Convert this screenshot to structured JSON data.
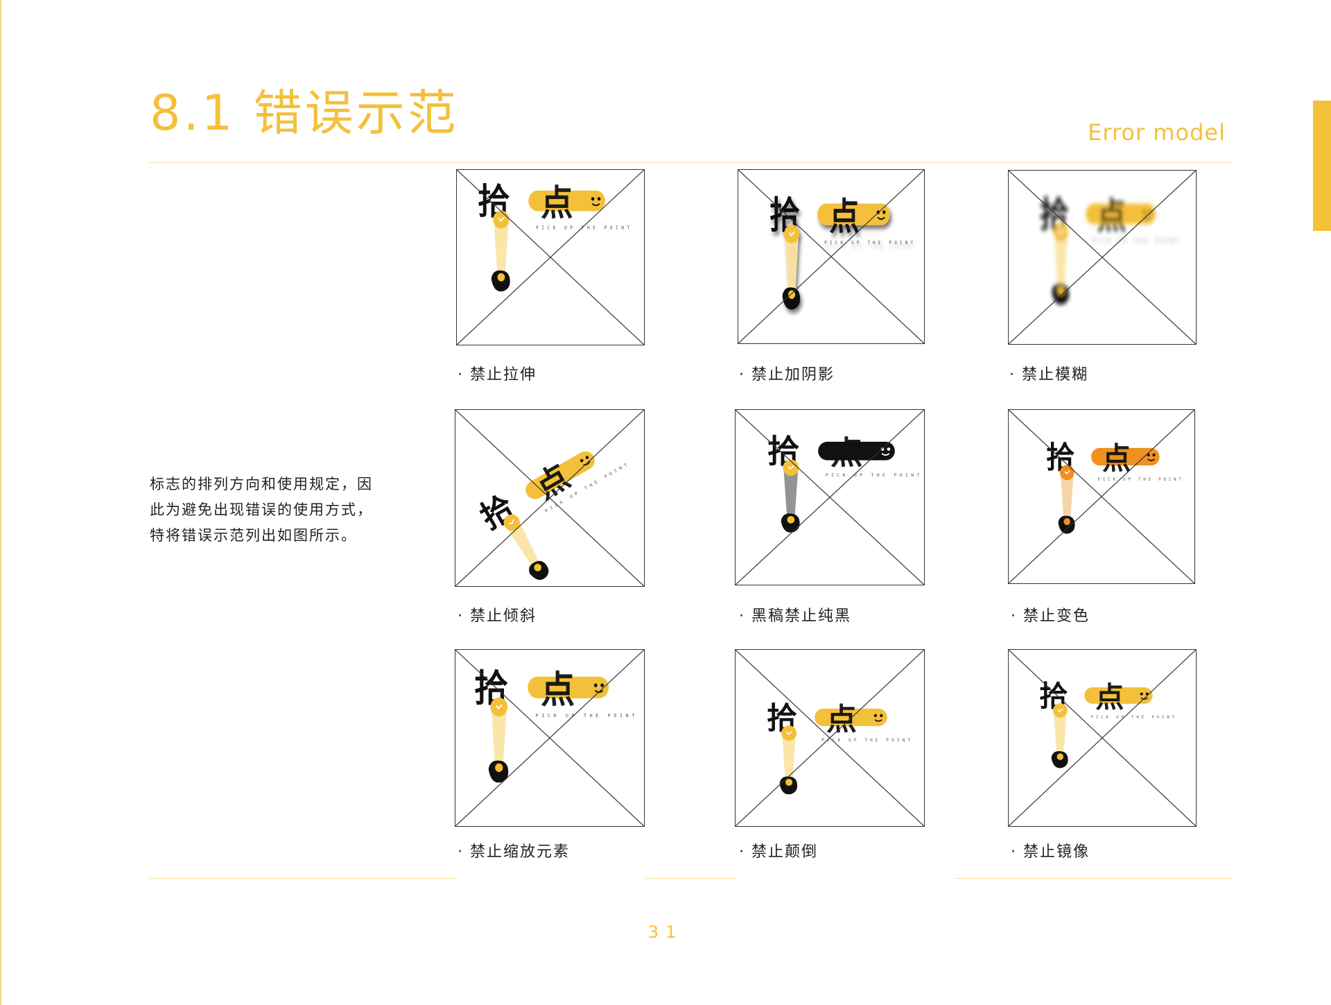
{
  "header": {
    "title": "8.1 错误示范",
    "subtitle": "Error model"
  },
  "description": {
    "lines": [
      "标志的排列方向和使用规定，因",
      "此为避免出现错误的使用方式，",
      "特将错误示范列出如图所示。"
    ]
  },
  "logo": {
    "chinese_chars": [
      "拾",
      "点"
    ],
    "tagline": "PICK UP THE POINT"
  },
  "examples": [
    {
      "caption": "· 禁止拉伸"
    },
    {
      "caption": "· 禁止加阴影"
    },
    {
      "caption": "· 禁止模糊"
    },
    {
      "caption": "· 禁止倾斜"
    },
    {
      "caption": "· 黑稿禁止纯黑"
    },
    {
      "caption": "· 禁止变色"
    },
    {
      "caption": "· 禁止缩放元素"
    },
    {
      "caption": "· 禁止颠倒"
    },
    {
      "caption": "· 禁止镜像"
    }
  ],
  "footer": {
    "page_number": "31"
  },
  "colors": {
    "brand_yellow": "#f4c03a",
    "light_yellow": "#fae3a0",
    "orange": "#f0901e",
    "gray": "#888888",
    "ink": "#111111"
  }
}
